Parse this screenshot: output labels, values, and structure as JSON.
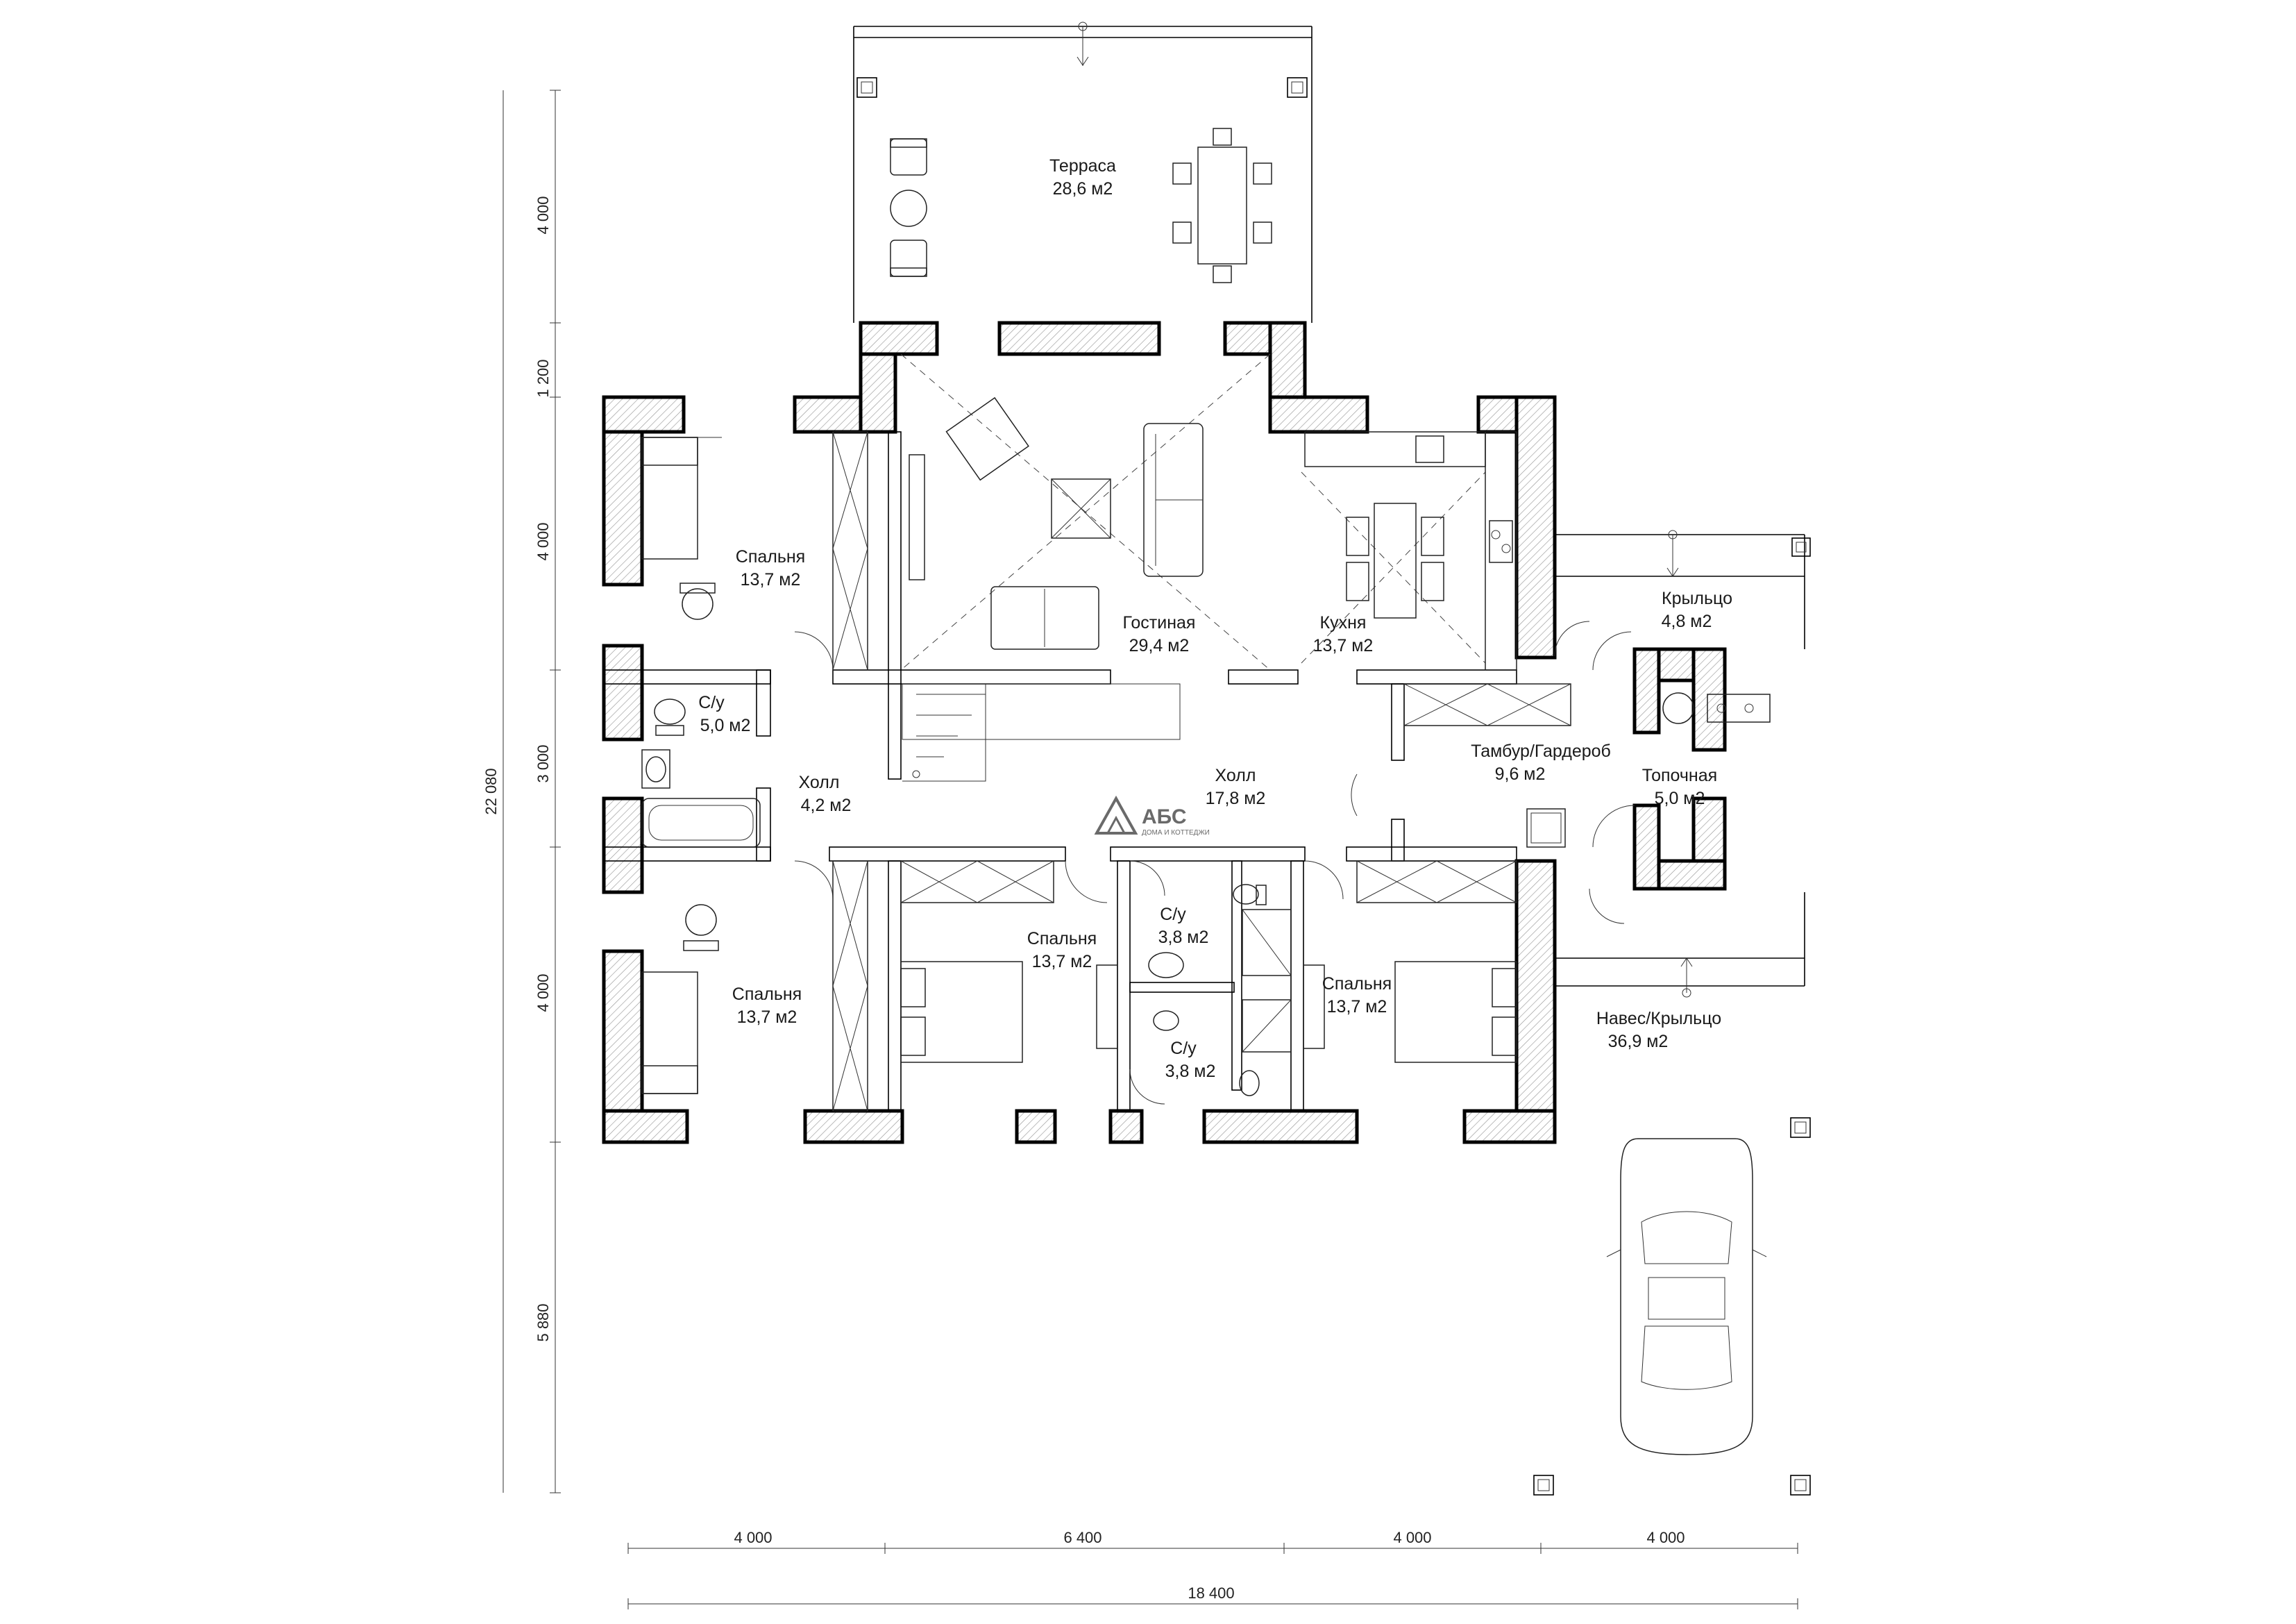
{
  "rooms": {
    "terrace": {
      "name": "Терраса",
      "area": "28,6 м2"
    },
    "bed_nw": {
      "name": "Спальня",
      "area": "13,7 м2"
    },
    "living": {
      "name": "Гостиная",
      "area": "29,4 м2"
    },
    "kitchen": {
      "name": "Кухня",
      "area": "13,7 м2"
    },
    "porch": {
      "name": "Крыльцо",
      "area": "4,8 м2"
    },
    "wc_w": {
      "name": "С/у",
      "area": "5,0 м2"
    },
    "hall_w": {
      "name": "Холл",
      "area": "4,2 м2"
    },
    "hall_c": {
      "name": "Холл",
      "area": "17,8 м2"
    },
    "vestibule": {
      "name": "Тамбур/Гардероб",
      "area": "9,6 м2"
    },
    "furnace": {
      "name": "Топочная",
      "area": "5,0 м2"
    },
    "wc_c1": {
      "name": "С/у",
      "area": "3,8 м2"
    },
    "wc_c2": {
      "name": "С/у",
      "area": "3,8 м2"
    },
    "bed_sw": {
      "name": "Спальня",
      "area": "13,7 м2"
    },
    "bed_sc": {
      "name": "Спальня",
      "area": "13,7 м2"
    },
    "bed_se": {
      "name": "Спальня",
      "area": "13,7 м2"
    },
    "carport": {
      "name": "Навес/Крыльцо",
      "area": "36,9 м2"
    }
  },
  "dimensions": {
    "vertical": [
      "4 000",
      "1 200",
      "4 000",
      "3 000",
      "4 000",
      "5 880"
    ],
    "vertical_total": "22 080",
    "horizontal": [
      "4 000",
      "6 400",
      "4 000",
      "4 000"
    ],
    "horizontal_total": "18 400"
  },
  "logo": {
    "title": "АБС",
    "subtitle": "ДОМА И КОТТЕДЖИ"
  },
  "colors": {
    "wall_stroke": "#000000",
    "hatch": "#9a9a9a",
    "logo": "#6a6a6a"
  }
}
